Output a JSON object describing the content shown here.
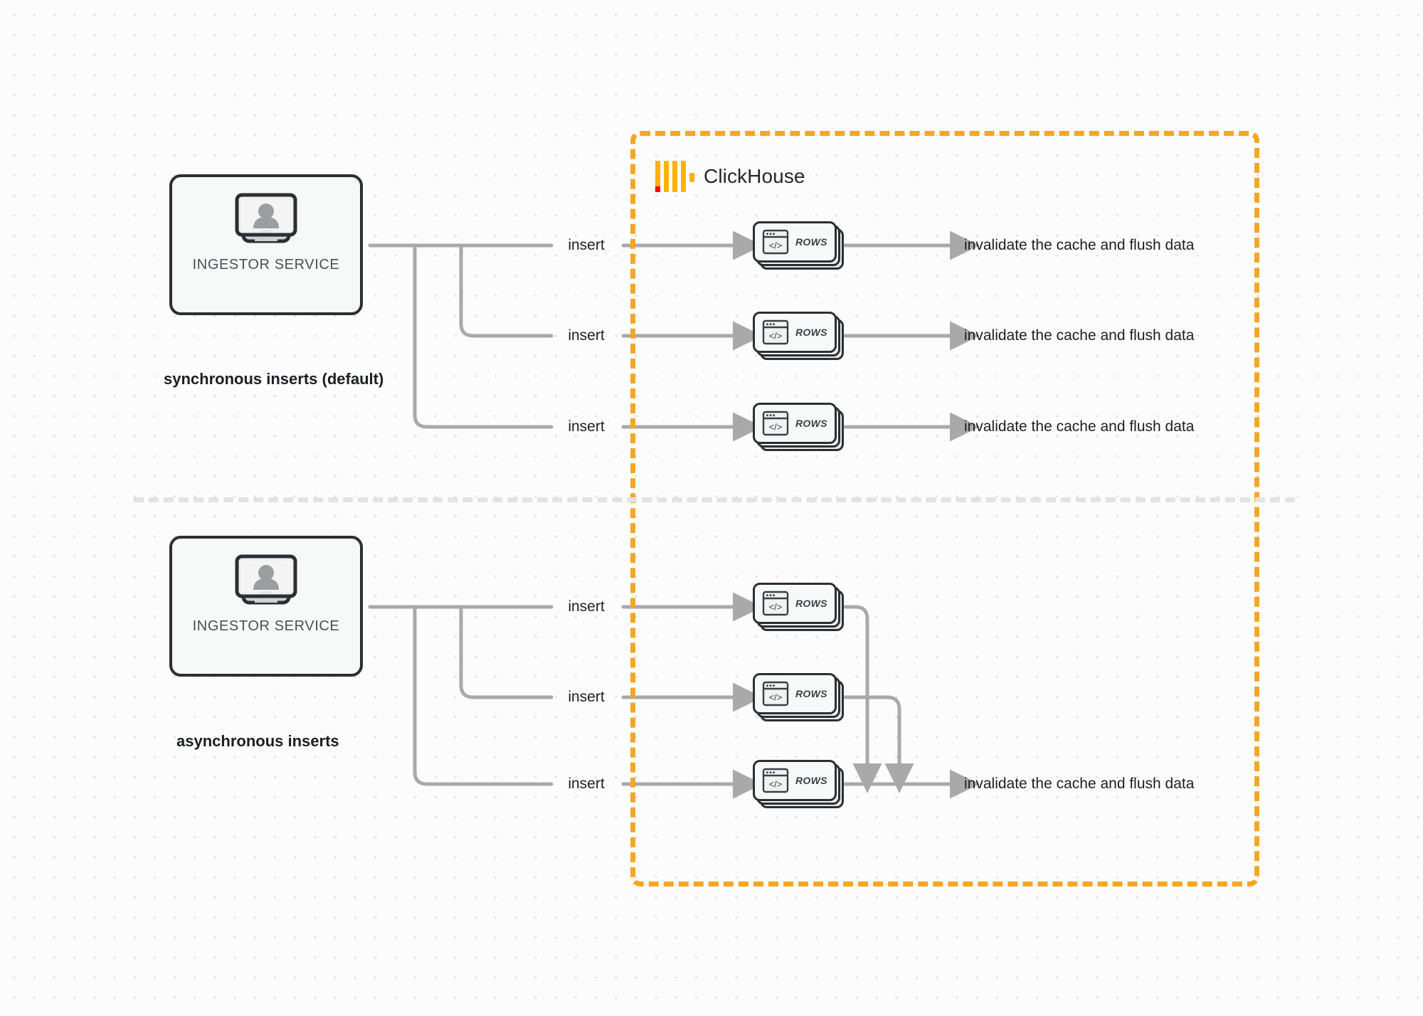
{
  "diagram": {
    "title": "ClickHouse synchronous vs asynchronous inserts",
    "colors": {
      "accent_orange": "#f5a623",
      "logo_yellow": "#ffb200",
      "logo_red": "#ff0000",
      "node_stroke": "#2b2f33",
      "wire_gray": "#a9a9a9",
      "background": "#fcfcfc",
      "grid_dot": "#e3e3e3"
    },
    "container": {
      "label": "ClickHouse",
      "logo_icon": "clickhouse-logo-icon"
    },
    "divider": {
      "style": "dashed"
    },
    "sections": [
      {
        "id": "synchronous",
        "caption": "synchronous inserts (default)",
        "source": {
          "label": "INGESTOR SERVICE",
          "icon": "monitor-user-icon"
        },
        "flows": [
          {
            "edge_label": "insert",
            "node": {
              "label": "ROWS",
              "icon": "code-window-icon"
            },
            "result_label": "invalidate the cache and flush data"
          },
          {
            "edge_label": "insert",
            "node": {
              "label": "ROWS",
              "icon": "code-window-icon"
            },
            "result_label": "invalidate the cache and flush data"
          },
          {
            "edge_label": "insert",
            "node": {
              "label": "ROWS",
              "icon": "code-window-icon"
            },
            "result_label": "invalidate the cache and flush data"
          }
        ]
      },
      {
        "id": "asynchronous",
        "caption": "asynchronous inserts",
        "source": {
          "label": "INGESTOR SERVICE",
          "icon": "monitor-user-icon"
        },
        "flows": [
          {
            "edge_label": "insert",
            "node": {
              "label": "ROWS",
              "icon": "code-window-icon"
            },
            "result_label": null
          },
          {
            "edge_label": "insert",
            "node": {
              "label": "ROWS",
              "icon": "code-window-icon"
            },
            "result_label": null
          },
          {
            "edge_label": "insert",
            "node": {
              "label": "ROWS",
              "icon": "code-window-icon"
            },
            "result_label": "invalidate the cache and flush data"
          }
        ],
        "merged_result_label": "invalidate the cache and flush data"
      }
    ]
  }
}
